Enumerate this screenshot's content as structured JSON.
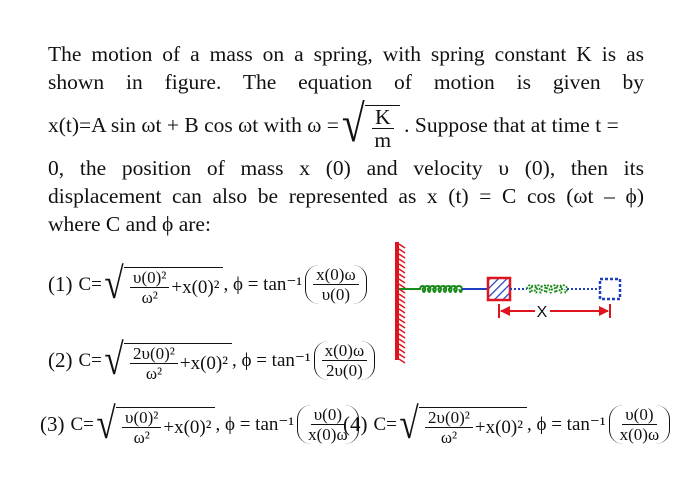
{
  "question": {
    "line1": "The motion of a mass on a spring, with spring constant K is as",
    "line2": "shown in figure. The equation of motion is given by",
    "eq_left": "x(t)=A sin ωt + B cos ωt with ω =",
    "eq_num": "K",
    "eq_den": "m",
    "eq_right": ". Suppose that at time t =",
    "line4": "0, the position of mass x (0) and velocity υ (0), then its",
    "line5": "displacement can also be represented as x (t) = C cos (ωt – ϕ)",
    "line6": "where C and ϕ are:"
  },
  "options": [
    {
      "label": "(1)",
      "c_prefix": "C=",
      "rad_num": "υ(0)²",
      "rad_den": "ω²",
      "rad_tail": "+x(0)²",
      "phi": ", ϕ = tan⁻¹",
      "f_num": "x(0)ω",
      "f_den": "υ(0)"
    },
    {
      "label": "(2)",
      "c_prefix": "C=",
      "rad_num": "2υ(0)²",
      "rad_den": "ω²",
      "rad_tail": "+x(0)²",
      "phi": ", ϕ = tan⁻¹",
      "f_num": "x(0)ω",
      "f_den": "2υ(0)"
    },
    {
      "label": "(3)",
      "c_prefix": "C=",
      "rad_num": "υ(0)²",
      "rad_den": "ω²",
      "rad_tail": "+x(0)²",
      "phi": ", ϕ = tan⁻¹",
      "f_num": "υ(0)",
      "f_den": "x(0)ω"
    },
    {
      "label": "(4)",
      "c_prefix": "C=",
      "rad_num": "2υ(0)²",
      "rad_den": "ω²",
      "rad_tail": "+x(0)²",
      "phi": ", ϕ = tan⁻¹",
      "f_num": "υ(0)",
      "f_den": "x(0)ω"
    }
  ],
  "figure": {
    "displacement_label": "X",
    "colors": {
      "wall": "#e0141e",
      "spring": "#1a8a1a",
      "block": "#1f3fbf",
      "arrow": "#e0141e"
    }
  }
}
